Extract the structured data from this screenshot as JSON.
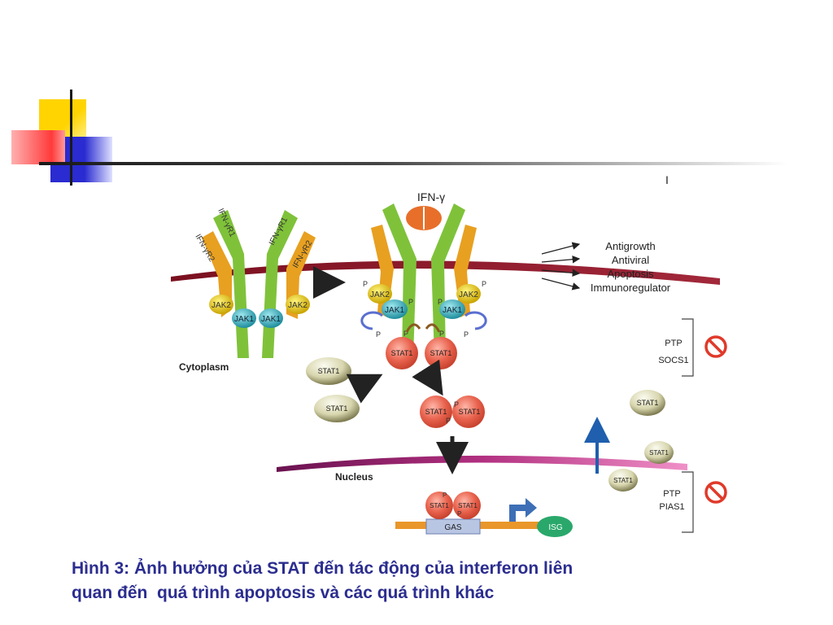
{
  "diagram": {
    "ligand": "IFN-γ",
    "receptors": {
      "r1": "IFN-γR1",
      "r2": "IFN-γR2"
    },
    "kinases": {
      "jak2": "JAK2",
      "jak1": "JAK1"
    },
    "phospho": "P",
    "stat": "STAT1",
    "compartments": {
      "cytoplasm": "Cytoplasm",
      "nucleus": "Nucleus"
    },
    "outcomes": [
      "Antigrowth",
      "Antiviral",
      "Apoptosis",
      "Immunoregulator"
    ],
    "inhibitors_cytoplasm": [
      "PTP",
      "SOCS1"
    ],
    "inhibitors_nucleus": [
      "PTP",
      "PIAS1"
    ],
    "dna": {
      "element": "GAS",
      "gene": "ISG"
    },
    "stray_mark": "I"
  },
  "caption": {
    "line1": "Hình 3: Ảnh hưởng của STAT đến tác động của interferon liên",
    "line2": "quan đến  quá trình apoptosis và các quá trình khác"
  },
  "colors": {
    "title_text": "#2b2d8f",
    "deco_yellow": "#ffd400",
    "deco_blue": "#2a2bd0",
    "deco_red": "#ff3a3a",
    "membrane": "#8a1c2e",
    "receptor_r1": "#7fc23a",
    "receptor_r2": "#e8a020",
    "jak2": "#d9b800",
    "jak1": "#29a3b3",
    "stat_active": "#e8624d",
    "stat_inactive": "#c9c79a",
    "dna_line": "#e9962a",
    "gas_box": "#b9c6e3",
    "isg": "#2aa86b",
    "inhibit": "#e03a2a"
  }
}
